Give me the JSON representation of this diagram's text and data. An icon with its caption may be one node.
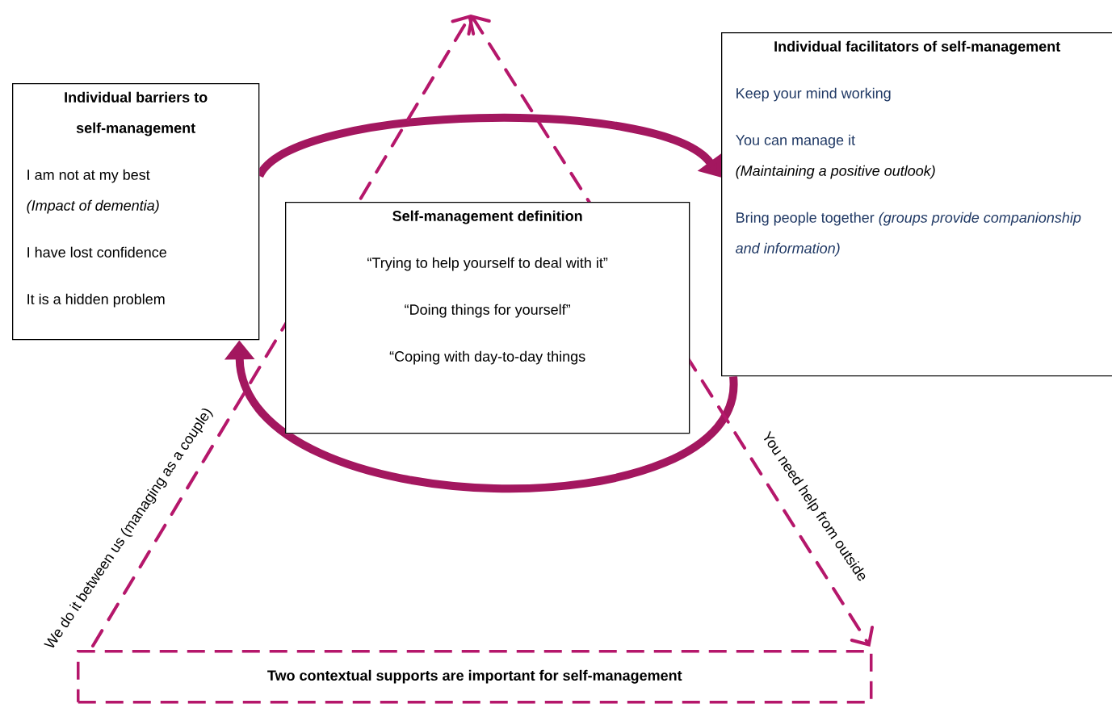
{
  "diagram": {
    "nodes": [
      {
        "text": [
          "Individual barriers to self-management",
          "I am not at my best",
          "(Impact of dementia)",
          "I have lost confidence",
          "It is a hidden problem"
        ]
      },
      {
        "text": [
          "Self-management definition",
          "“Trying to help yourself to deal with it”",
          "“Doing things for yourself”",
          "“Coping with day-to-day things"
        ]
      },
      {
        "text": [
          "Individual facilitators of self-management",
          "Keep your mind working",
          "You can manage it",
          "(Maintaining a positive outlook)",
          "Bring people together *(groups provide companionship and information)*"
        ]
      },
      {
        "text": [
          "Two contextual supports are important for self-management"
        ]
      }
    ],
    "edges": [
      {
        "from": 0,
        "to": 2,
        "arrow": "to",
        "style": "thick"
      },
      {
        "from": 2,
        "to": 0,
        "arrow": "to",
        "style": "thick"
      },
      {
        "from": 3,
        "to": null,
        "arrow": "to",
        "style": "dashed",
        "label": "We do it between us (managing as a couple)"
      },
      {
        "from": null,
        "to": 3,
        "arrow": "both",
        "style": "dashed",
        "label": "You need help from outside"
      }
    ]
  }
}
